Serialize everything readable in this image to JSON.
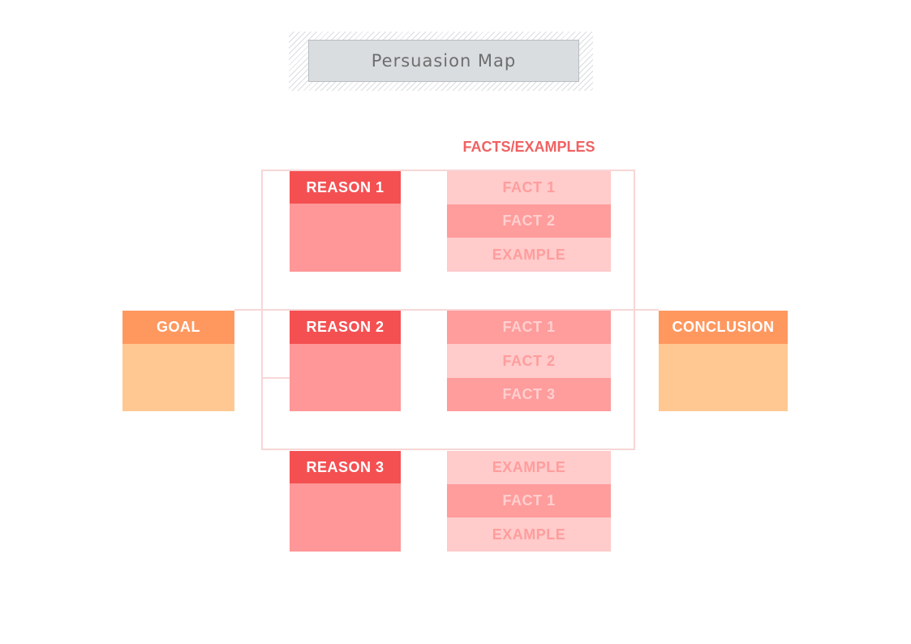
{
  "title": "Persuasion Map",
  "facts_header": "FACTS/EXAMPLES",
  "goal": {
    "label": "GOAL"
  },
  "conclusion": {
    "label": "CONCLUSION"
  },
  "reasons": [
    {
      "label": "REASON 1",
      "facts": [
        {
          "label": "FACT 1",
          "tone": "light"
        },
        {
          "label": "FACT 2",
          "tone": "dark"
        },
        {
          "label": "EXAMPLE",
          "tone": "light"
        }
      ]
    },
    {
      "label": "REASON 2",
      "facts": [
        {
          "label": "FACT 1",
          "tone": "dark"
        },
        {
          "label": "FACT 2",
          "tone": "light"
        },
        {
          "label": "FACT 3",
          "tone": "dark"
        }
      ]
    },
    {
      "label": "REASON 3",
      "facts": [
        {
          "label": "EXAMPLE",
          "tone": "light"
        },
        {
          "label": "FACT 1",
          "tone": "dark"
        },
        {
          "label": "EXAMPLE",
          "tone": "light"
        }
      ]
    }
  ],
  "colors": {
    "reason_header": "#f45052",
    "reason_body": "#ff9697",
    "goal_header": "#ff985f",
    "goal_body": "#ffc892",
    "fact_light": "#ffcbcb",
    "fact_dark": "#ff9c9c",
    "connector": "#f7d6d6"
  }
}
